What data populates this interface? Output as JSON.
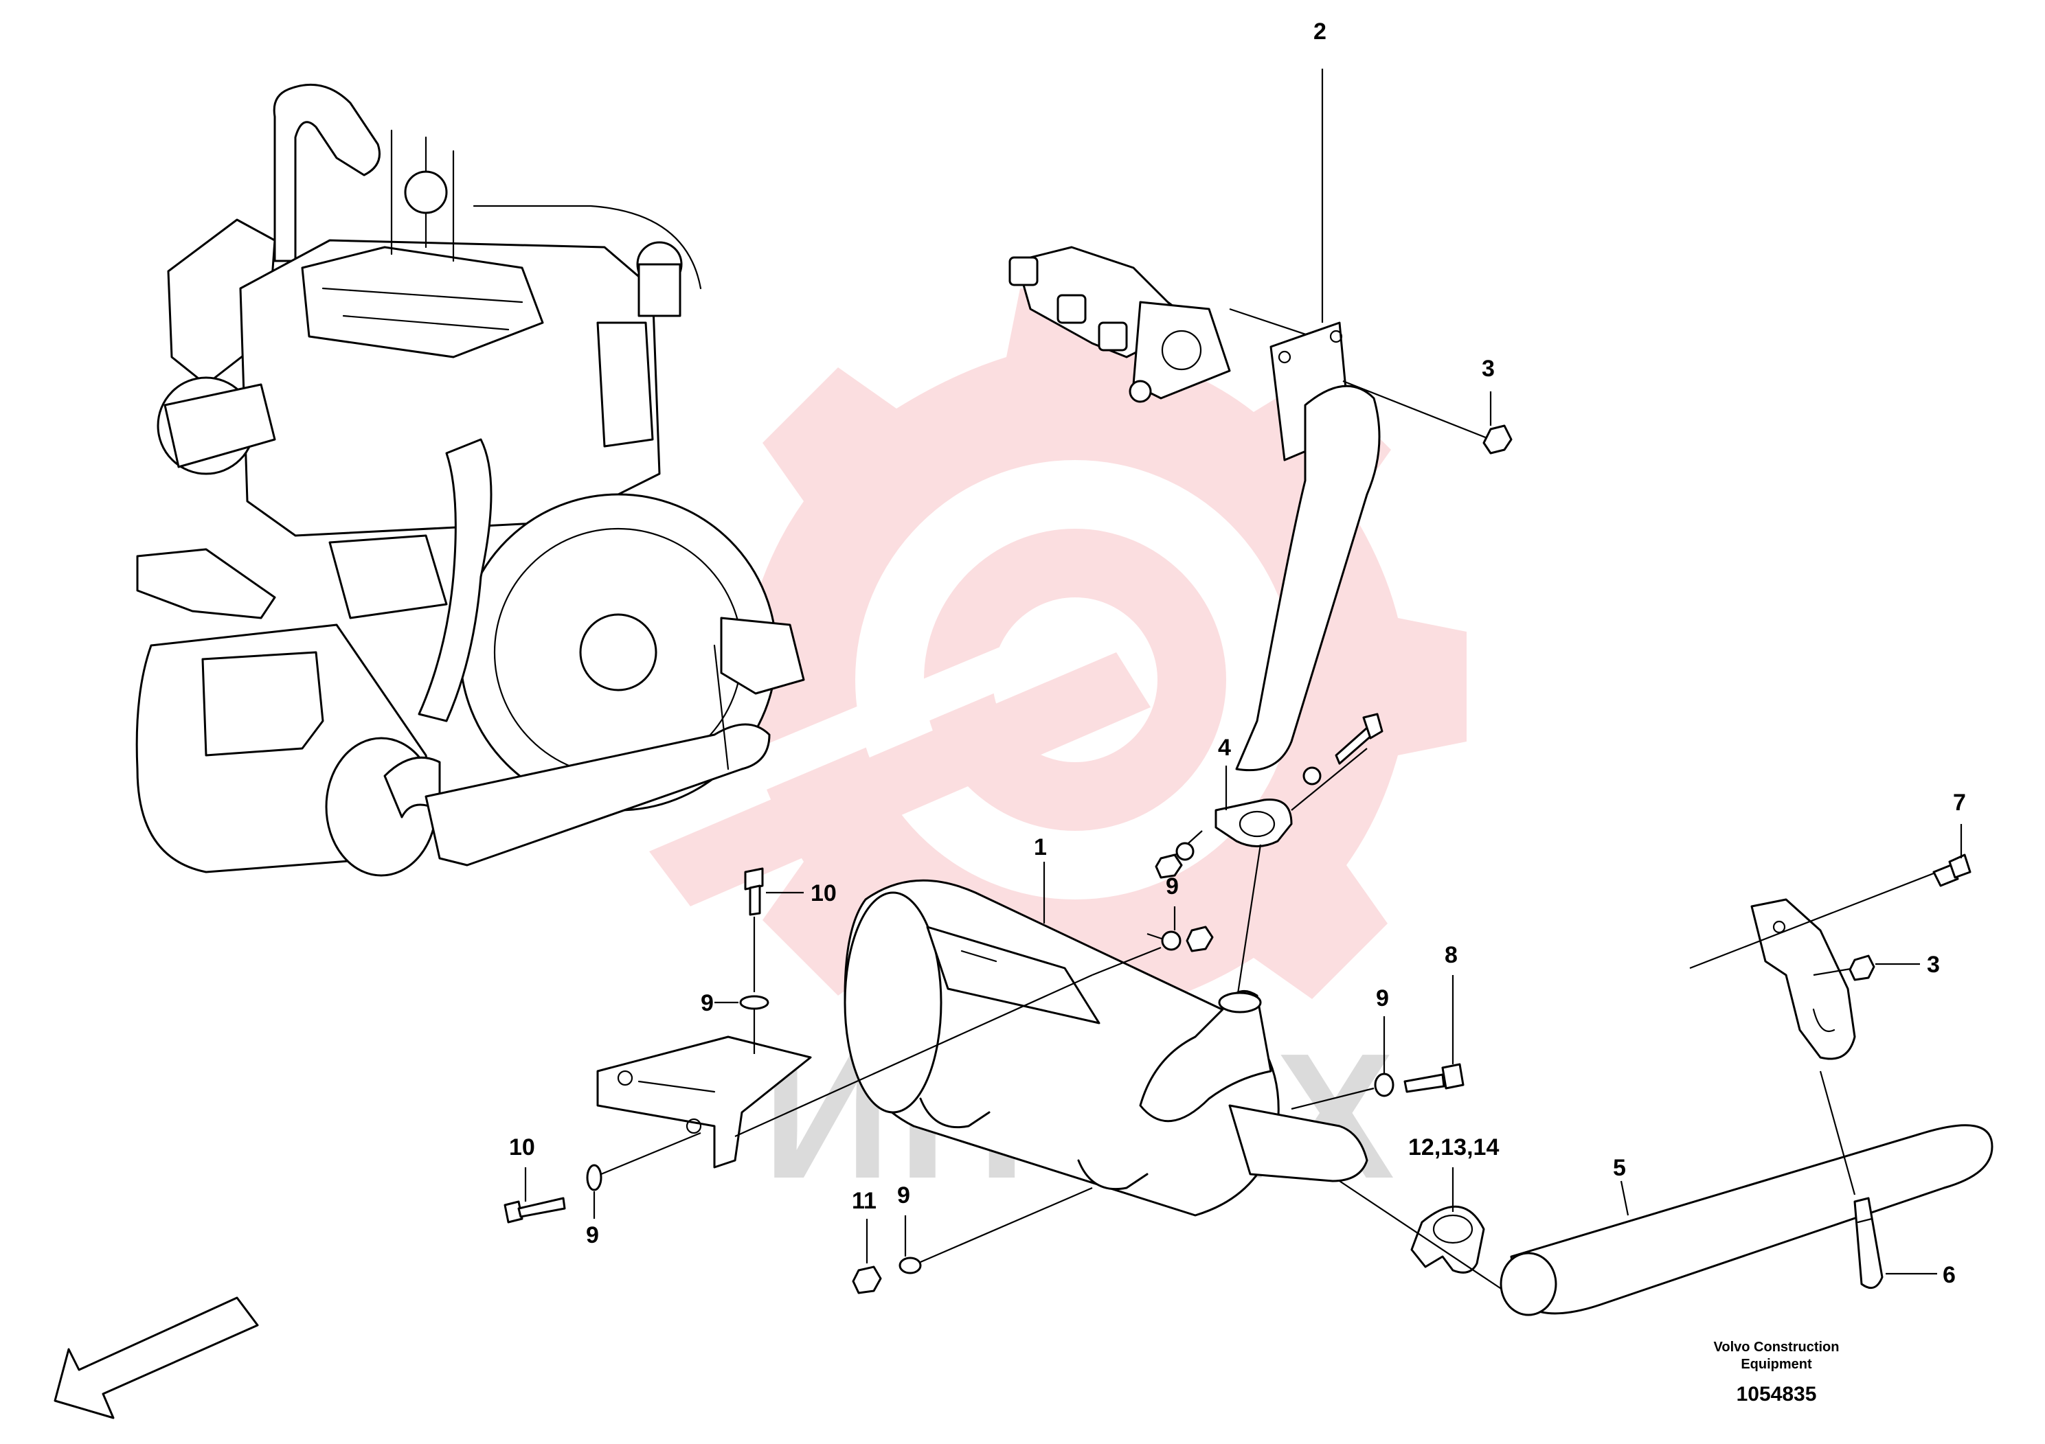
{
  "callouts": {
    "c1": "1",
    "c2": "2",
    "c3a": "3",
    "c3b": "3",
    "c4": "4",
    "c5": "5",
    "c6": "6",
    "c7": "7",
    "c8": "8",
    "c9a": "9",
    "c9b": "9",
    "c9c": "9",
    "c9d": "9",
    "c9e": "9",
    "c10a": "10",
    "c10b": "10",
    "c11": "11",
    "c121314": "12,13,14"
  },
  "footer": {
    "manufacturer_line1": "Volvo Construction",
    "manufacturer_line2": "Equipment",
    "drawing_number": "1054835"
  },
  "watermark": {
    "text": "ИНТЕХ",
    "color": "#e8202a",
    "gray": "#9a9a9a"
  },
  "icons": {
    "orientation_arrow": "front-direction-arrow-icon",
    "watermark_logo": "gear-wrench-logo"
  }
}
